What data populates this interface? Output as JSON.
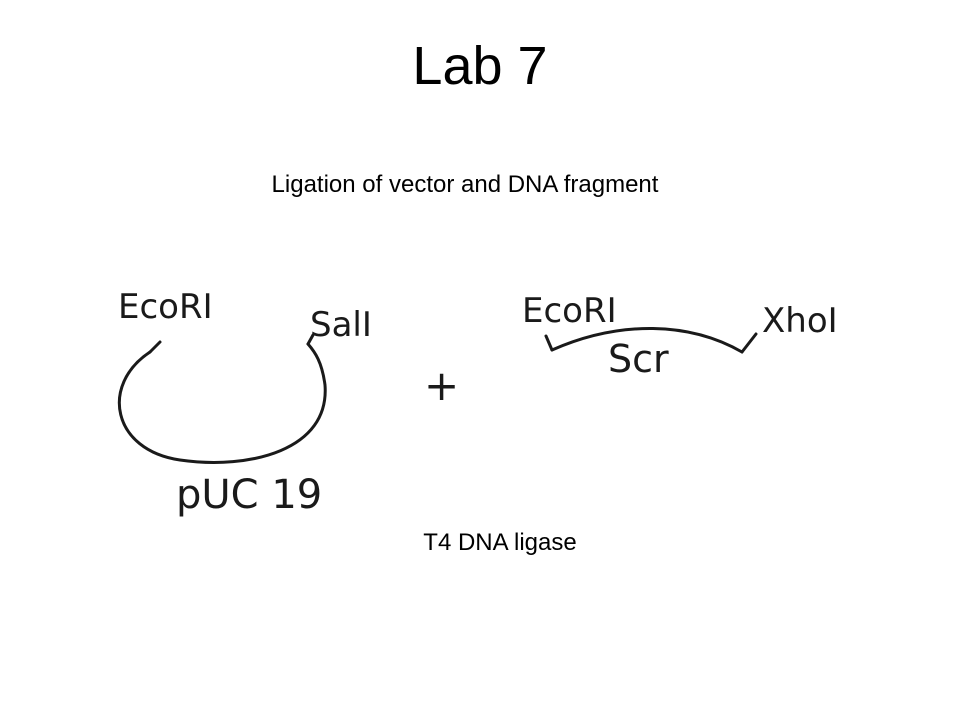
{
  "slide": {
    "title": "Lab 7",
    "subtitle": "Ligation of vector and DNA fragment",
    "enzyme": "T4 DNA ligase"
  },
  "vector": {
    "name": "pUC 19",
    "left_site": "EcoRI",
    "right_site": "SalI"
  },
  "operator": "+",
  "fragment": {
    "name": "Scr",
    "left_site": "EcoRI",
    "right_site": "XhoI"
  }
}
